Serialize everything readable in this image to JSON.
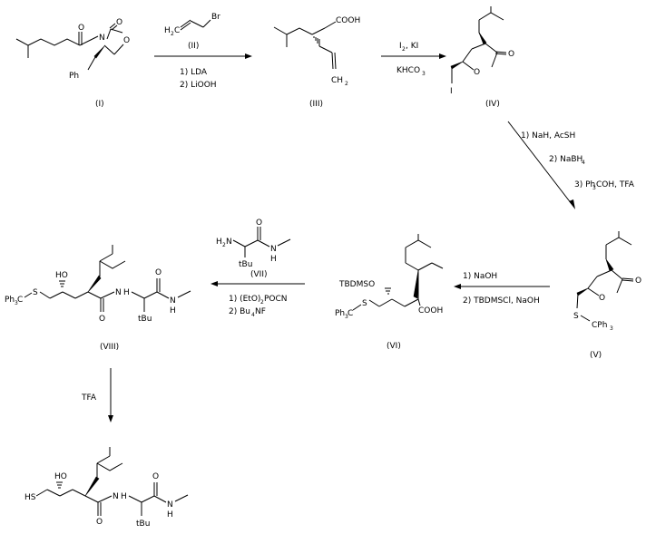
{
  "compounds": {
    "c1": {
      "label": "(I)",
      "atoms": {
        "o1": "O",
        "o2": "O",
        "n": "N",
        "o3": "O",
        "ph": "Ph"
      }
    },
    "c2": {
      "label": "(II)",
      "atoms": {
        "br": "Br",
        "h2c": "H",
        "h2c_2": "2",
        "h2c_c": "C"
      }
    },
    "c3": {
      "label": "(III)",
      "atoms": {
        "cooh": "COOH",
        "ch2": "CH",
        "ch2_2": "2"
      }
    },
    "c4": {
      "label": "(IV)",
      "atoms": {
        "o1": "O",
        "o2": "O",
        "i": "I"
      }
    },
    "c5": {
      "label": "(V)",
      "atoms": {
        "o1": "O",
        "o2": "O",
        "s": "S",
        "cph3": "CPh",
        "cph3_3": "3"
      }
    },
    "c6": {
      "label": "(VI)",
      "atoms": {
        "tbdmso": "TBDMSO",
        "ph3c": "Ph",
        "ph3c_3": "3",
        "ph3c_c": "C",
        "s": "S",
        "cooh": "COOH"
      }
    },
    "c7": {
      "label": "(VII)",
      "atoms": {
        "h2n": "H",
        "h2n_2": "2",
        "h2n_n": "N",
        "o": "O",
        "nh": "N",
        "h": "H",
        "tbu": "tBu"
      }
    },
    "c8": {
      "label": "(VIII)",
      "atoms": {
        "oh": "HO",
        "ph3c": "Ph",
        "ph3c_3": "3",
        "ph3c_c": "C",
        "s": "S",
        "o1": "O",
        "nh1": "N",
        "h1": "H",
        "tbu": "tBu",
        "o2": "O",
        "nh2": "N",
        "h2": "H"
      }
    },
    "c9": {
      "atoms": {
        "hs": "HS",
        "oh": "HO",
        "o1": "O",
        "nh1": "N",
        "h1": "H",
        "tbu": "tBu",
        "o2": "O",
        "nh2": "N",
        "h2": "H"
      }
    }
  },
  "arrows": {
    "a1": {
      "above": "(II)",
      "below1": "1) LDA",
      "below2": "2) LiOOH"
    },
    "a2": {
      "above_pre": "I",
      "above_sub": "2",
      "above_post": ", KI",
      "below_pre": "KHCO",
      "below_sub": "3"
    },
    "a3": {
      "s1": "1) NaH, AcSH",
      "s2_pre": "2) NaBH",
      "s2_sub": "4",
      "s3_pre": "3) Ph",
      "s3_sub": "3",
      "s3_post": "COH, TFA"
    },
    "a4": {
      "s1": "1) NaOH",
      "s2": "2) TBDMSCl, NaOH"
    },
    "a5": {
      "above": "(VII)",
      "below1_pre": "1) (EtO)",
      "below1_sub": "2",
      "below1_post": "POCN",
      "below2_pre": "2) Bu",
      "below2_sub": "4",
      "below2_post": "NF"
    },
    "a6": {
      "label": "TFA"
    }
  }
}
